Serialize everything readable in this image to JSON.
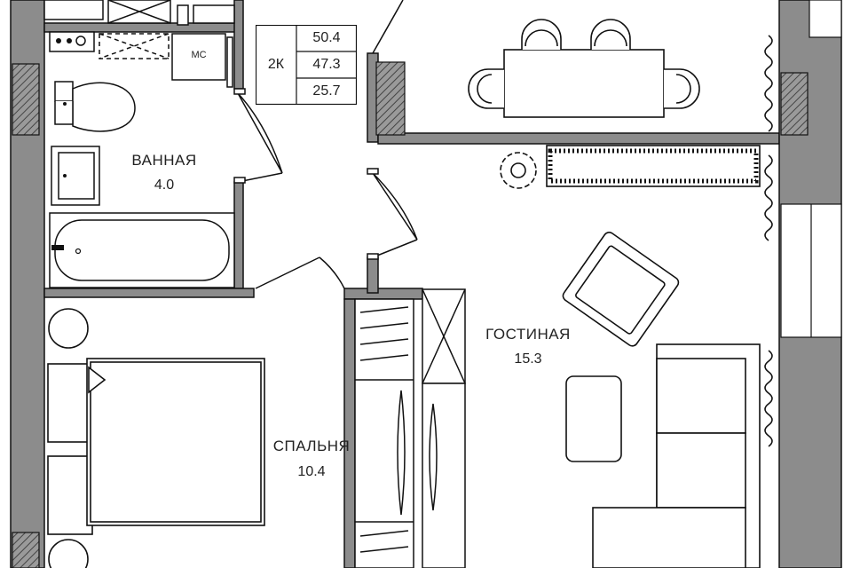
{
  "apartment": {
    "type_label": "2К",
    "areas": [
      "50.4",
      "47.3",
      "25.7"
    ]
  },
  "rooms": {
    "bathroom": {
      "name": "ВАННАЯ",
      "area": "4.0",
      "fixture_label": "МС"
    },
    "living": {
      "name": "ГОСТИНАЯ",
      "area": "15.3"
    },
    "bedroom": {
      "name": "СПАЛЬНЯ",
      "area": "10.4"
    }
  },
  "colors": {
    "wall": "#8c8c8c",
    "line": "#111111",
    "hatch": "#555555",
    "background": "#ffffff"
  }
}
